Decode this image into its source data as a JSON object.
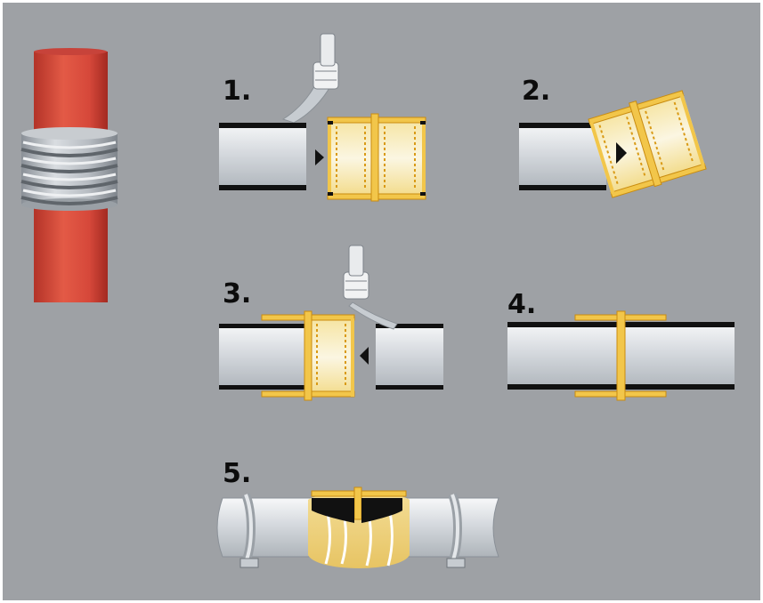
{
  "steps": [
    {
      "label": "1."
    },
    {
      "label": "2."
    },
    {
      "label": "3."
    },
    {
      "label": "4."
    },
    {
      "label": "5."
    }
  ],
  "colors": {
    "background": "#9ea1a5",
    "pipe_red": "#d6483a",
    "coupler_yellow": "#f2c64a",
    "coupler_outline": "#d99a16",
    "pipe_silver": "#e3e6e9",
    "pipe_black": "#111111",
    "clamp_gray": "#b0b5bb"
  },
  "icons": {
    "heater": "welding-heater-icon",
    "arrow": "direction-arrow-icon"
  }
}
